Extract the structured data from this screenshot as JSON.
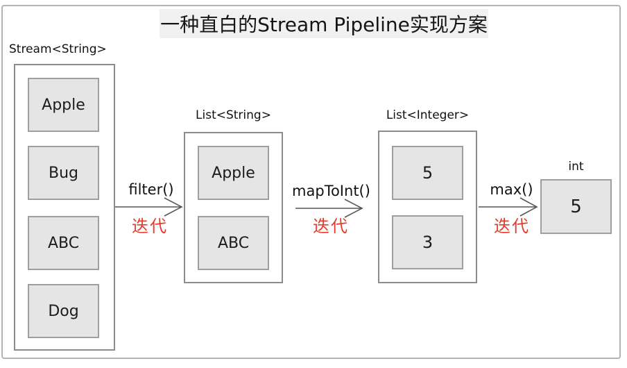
{
  "title": "一种直白的Stream Pipeline实现方案",
  "stream": {
    "label": "Stream<String>",
    "items": [
      "Apple",
      "Bug",
      "ABC",
      "Dog"
    ]
  },
  "steps": [
    {
      "op": "filter()",
      "note": "迭代"
    },
    {
      "op": "mapToInt()",
      "note": "迭代"
    },
    {
      "op": "max()",
      "note": "迭代"
    }
  ],
  "list_string": {
    "label": "List<String>",
    "items": [
      "Apple",
      "ABC"
    ]
  },
  "list_integer": {
    "label": "List<Integer>",
    "items": [
      "5",
      "3"
    ]
  },
  "result": {
    "label": "int",
    "value": "5"
  },
  "colors": {
    "note_red": "#e23b2e",
    "cell_fill": "#e5e5e5",
    "cell_border": "#9e9e9e",
    "container_border": "#8c8c8c",
    "frame_border": "#b3b3b3",
    "title_bg": "#f1f1f1",
    "arrow": "#555555"
  }
}
